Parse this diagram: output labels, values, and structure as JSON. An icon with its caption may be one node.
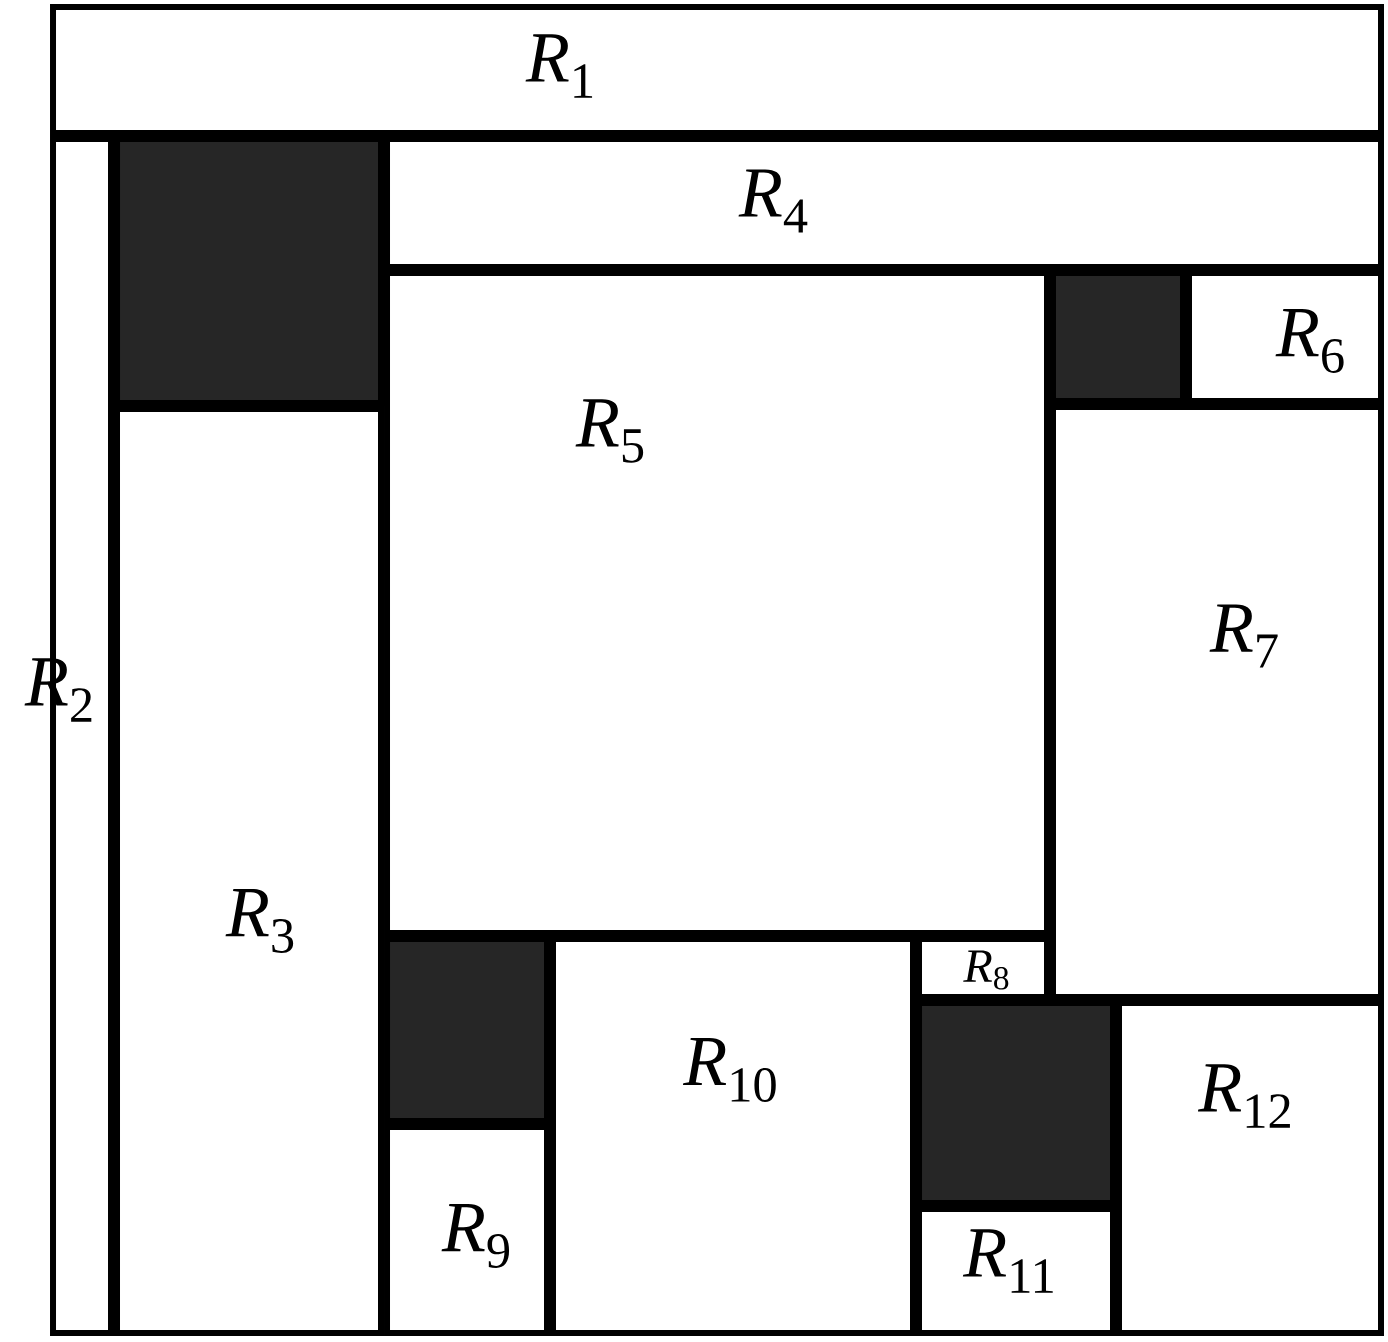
{
  "diagram": {
    "nodes": [
      {
        "text": [
          "*R*$_{1}$"
        ]
      },
      {
        "text": [
          "*R*$_{2}$"
        ]
      },
      {
        "text": [
          "*R*$_{3}$"
        ]
      },
      {
        "text": [
          "*R*$_{4}$"
        ]
      },
      {
        "text": [
          "*R*$_{5}$"
        ]
      },
      {
        "text": [
          "*R*$_{6}$"
        ]
      },
      {
        "text": [
          "*R*$_{7}$"
        ]
      },
      {
        "text": [
          "*R*$_{8}$"
        ]
      },
      {
        "text": [
          "*R*$_{9}$"
        ]
      },
      {
        "text": [
          "*R*$_{10}$"
        ]
      },
      {
        "text": [
          "*R*$_{11}$"
        ]
      },
      {
        "text": [
          "*R*$_{12}$"
        ]
      },
      {
        "text": [],
        "shape": "box"
      },
      {
        "text": [],
        "shape": "box"
      },
      {
        "text": [],
        "shape": "box"
      },
      {
        "text": [],
        "shape": "box"
      }
    ]
  }
}
